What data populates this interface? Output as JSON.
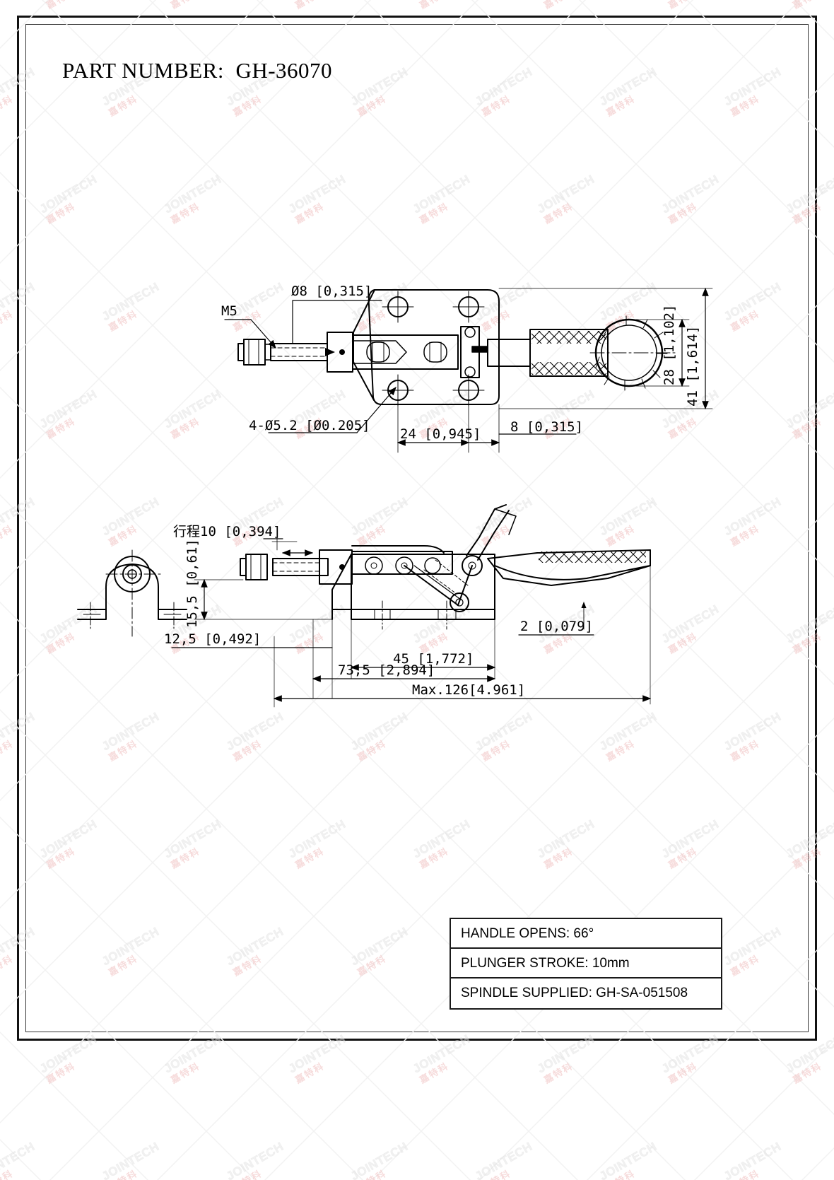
{
  "title": "PART NUMBER:  GH-36070",
  "views": {
    "top": {
      "name": "top-view",
      "labels": {
        "thread": "M5",
        "bushing_dia": "Ø8  [0,315]",
        "mount_holes": "4-Ø5.2  [Ø0.205]",
        "hole_spacing_24": "24  [0,945]",
        "edge_8": "8  [0,315]",
        "height_28": "28  [1,102]",
        "height_41": "41  [1,614]"
      }
    },
    "side": {
      "name": "side-view",
      "labels": {
        "stroke": "行程10  [0,394]",
        "base_height": "15,5  [0,61]",
        "bracket_width": "12,5  [0,492]",
        "base_length_45": "45  [1,772]",
        "thickness_2": "2  [0,079]",
        "length_73_5": "73,5  [2,894]",
        "max_length": "Max.126[4.961]"
      }
    }
  },
  "spec_table": {
    "rows": [
      {
        "label": "HANDLE OPENS: 66°"
      },
      {
        "label": "PLUNGER STROKE: 10mm"
      },
      {
        "label": "SPINDLE SUPPLIED: GH-SA-051508"
      }
    ]
  },
  "watermark": {
    "text_en": "JOINTECH",
    "text_cn": "嘉特科"
  },
  "colors": {
    "ink": "#000000",
    "frame": "#111111",
    "watermark_en": "#e4e4e4",
    "watermark_cn": "#efb9b9"
  }
}
